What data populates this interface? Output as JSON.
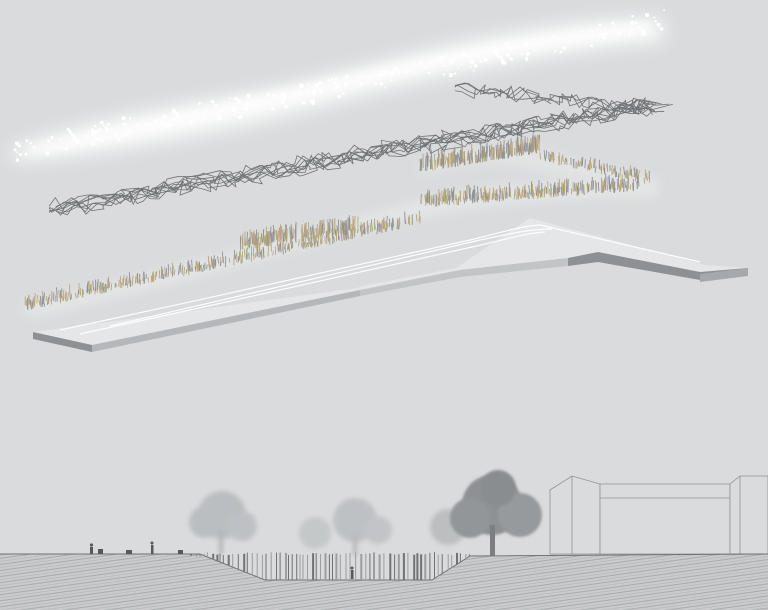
{
  "colors": {
    "background": "#d9dbdc",
    "slab_top": "#e4e6e7",
    "slab_side": "#8d9193",
    "lights_glow": "#ffffff",
    "path_lines": "#6f7375",
    "grass": "#b9a77a",
    "ground_hatch": "#9a9ea0",
    "trees_faded": "#b8bbbd",
    "tree_dark": "#8a8d8f",
    "building_line": "#8f9395"
  },
  "layers": [
    {
      "id": "light-canopy",
      "icon": "light-dots"
    },
    {
      "id": "path-tangle",
      "icon": "scribble-lines"
    },
    {
      "id": "grass-layer",
      "icon": "reed-strokes"
    },
    {
      "id": "platform-slab",
      "icon": "slab"
    }
  ],
  "section": {
    "icon": "ground-section"
  }
}
